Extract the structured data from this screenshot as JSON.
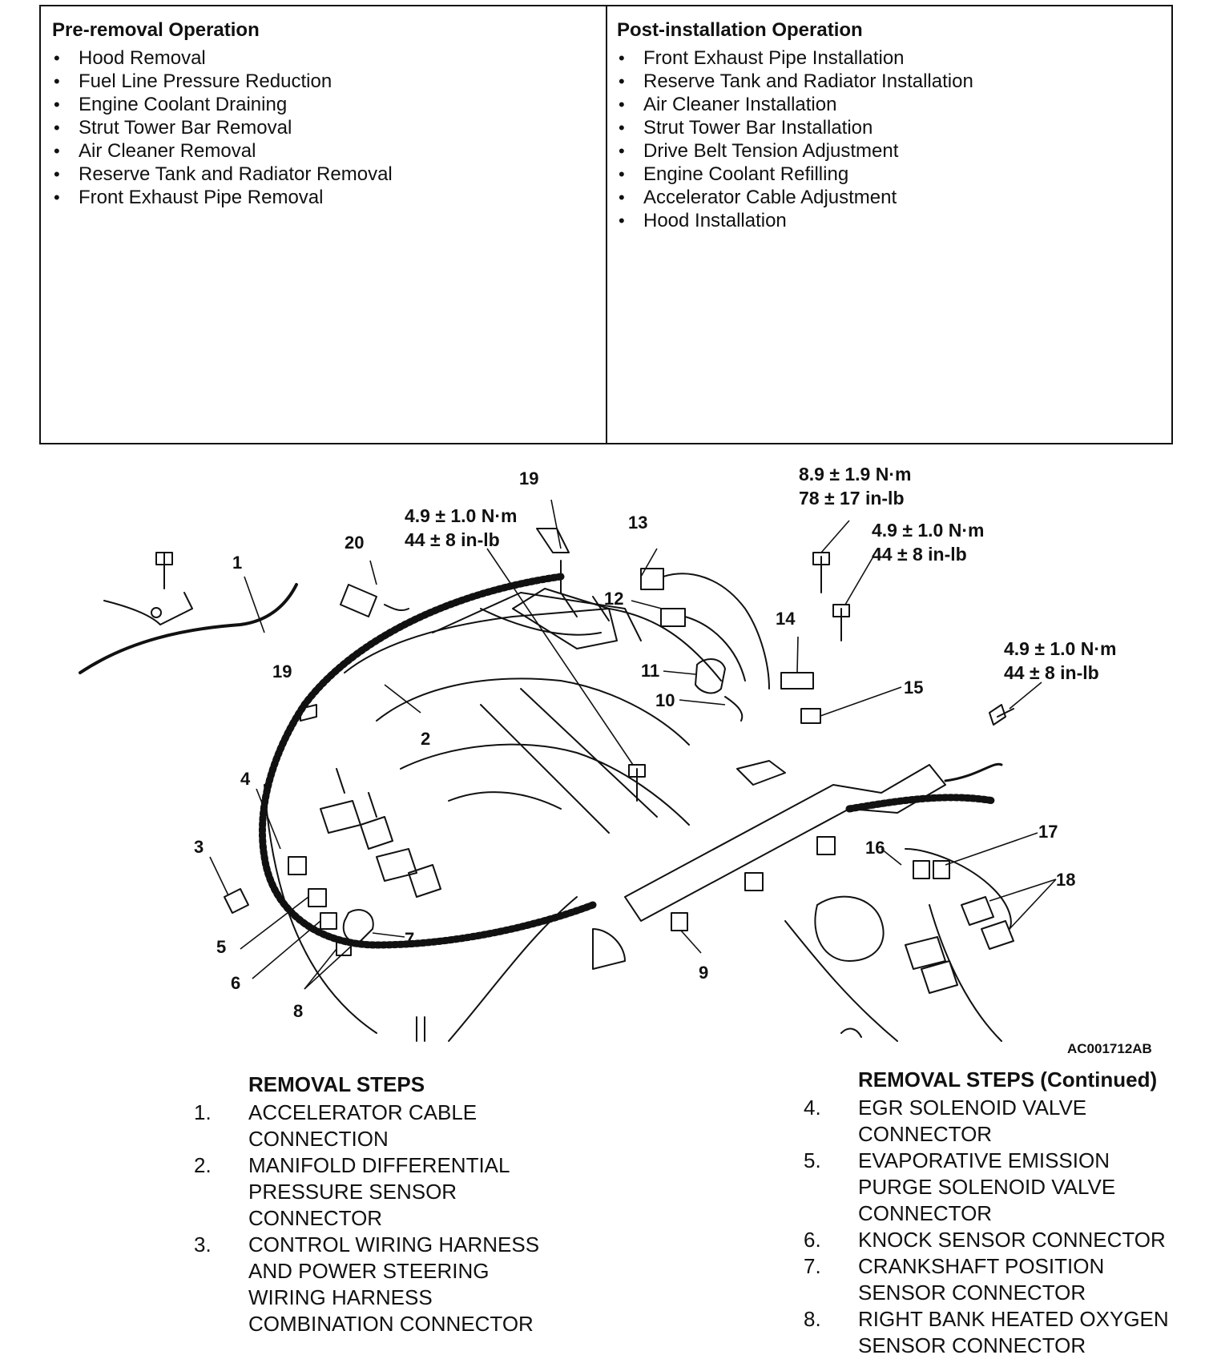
{
  "pre_removal": {
    "title": "Pre-removal Operation",
    "items": [
      "Hood Removal",
      "Fuel Line Pressure Reduction",
      "Engine Coolant Draining",
      "Strut Tower Bar Removal",
      "Air Cleaner Removal",
      "Reserve Tank and Radiator Removal",
      "Front Exhaust Pipe Removal"
    ]
  },
  "post_installation": {
    "title": "Post-installation Operation",
    "items": [
      "Front Exhaust Pipe Installation",
      "Reserve Tank and Radiator Installation",
      "Air Cleaner Installation",
      "Strut Tower Bar Installation",
      "Drive Belt Tension Adjustment",
      "Engine Coolant Refilling",
      "Accelerator Cable Adjustment",
      "Hood Installation"
    ]
  },
  "diagram": {
    "figure_id": "AC001712AB",
    "torques": {
      "bolt_19": [
        "4.9 ± 1.0 N·m",
        "44 ± 8 in-lb"
      ],
      "bolt_top": [
        "8.9 ± 1.9 N·m",
        "78 ± 17 in-lb"
      ],
      "bolt_mid": [
        "4.9 ± 1.0 N·m",
        "44 ± 8 in-lb"
      ],
      "bolt_right": [
        "4.9 ± 1.0 N·m",
        "44 ± 8 in-lb"
      ]
    },
    "callouts": {
      "c1": "1",
      "c2": "2",
      "c3": "3",
      "c4": "4",
      "c5": "5",
      "c6": "6",
      "c7": "7",
      "c8": "8",
      "c9": "9",
      "c10": "10",
      "c11": "11",
      "c12": "12",
      "c13": "13",
      "c14": "14",
      "c15": "15",
      "c16": "16",
      "c17": "17",
      "c18": "18",
      "c19a": "19",
      "c19b": "19",
      "c20": "20"
    }
  },
  "removal_steps": {
    "title": "REMOVAL STEPS",
    "items": [
      {
        "num": "1.",
        "lines": [
          "ACCELERATOR CABLE",
          "CONNECTION"
        ]
      },
      {
        "num": "2.",
        "lines": [
          "MANIFOLD DIFFERENTIAL",
          "PRESSURE SENSOR",
          "CONNECTOR"
        ]
      },
      {
        "num": "3.",
        "lines": [
          "CONTROL WIRING HARNESS",
          "AND POWER STEERING",
          "WIRING HARNESS",
          "COMBINATION CONNECTOR"
        ]
      }
    ]
  },
  "removal_steps_continued": {
    "title": "REMOVAL STEPS (Continued)",
    "items": [
      {
        "num": "4.",
        "lines": [
          "EGR SOLENOID VALVE",
          "CONNECTOR"
        ]
      },
      {
        "num": "5.",
        "lines": [
          "EVAPORATIVE EMISSION",
          "PURGE SOLENOID VALVE",
          "CONNECTOR"
        ]
      },
      {
        "num": "6.",
        "lines": [
          "KNOCK SENSOR CONNECTOR"
        ]
      },
      {
        "num": "7.",
        "lines": [
          "CRANKSHAFT POSITION",
          "SENSOR CONNECTOR"
        ]
      },
      {
        "num": "8.",
        "lines": [
          "RIGHT BANK HEATED OXYGEN",
          "SENSOR CONNECTOR"
        ]
      }
    ]
  }
}
